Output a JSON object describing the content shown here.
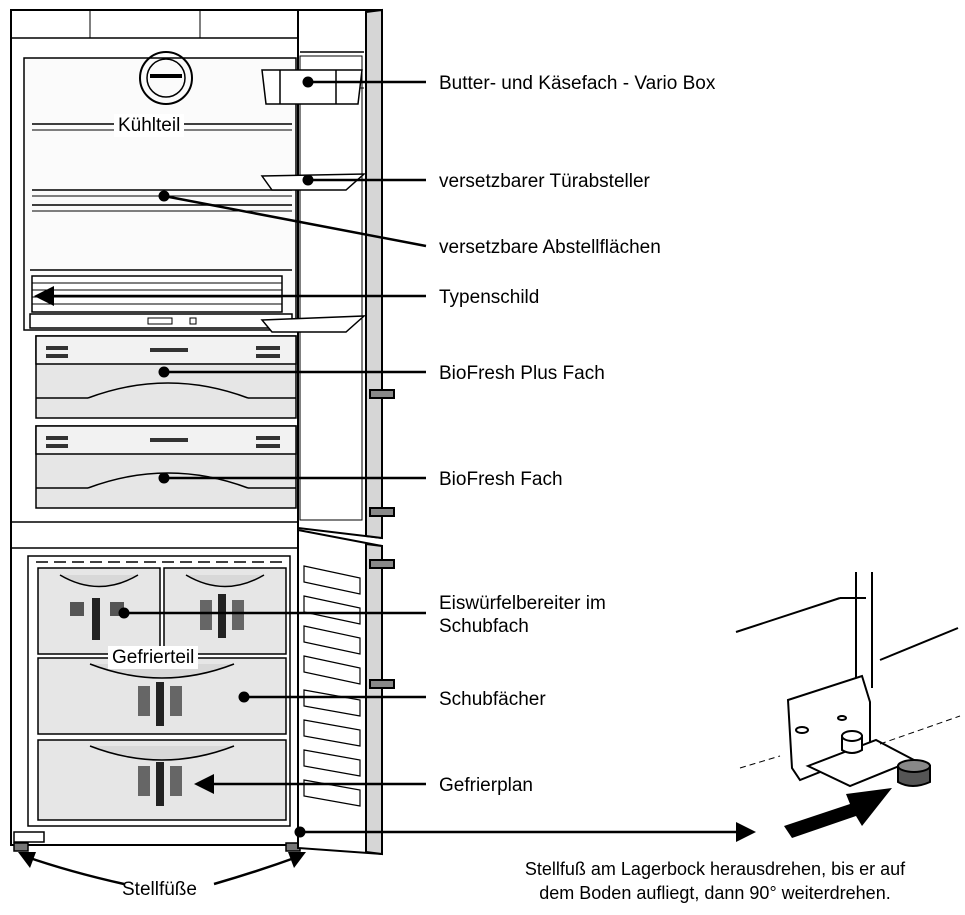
{
  "sections": {
    "fridge": "Kühlteil",
    "freezer": "Gefrierteil"
  },
  "callouts": [
    {
      "text": "Butter- und Käsefach - Vario Box"
    },
    {
      "text": "versetzbarer Türabsteller"
    },
    {
      "text": "versetzbare Abstellflächen"
    },
    {
      "text": "Typenschild"
    },
    {
      "text": "BioFresh Plus Fach"
    },
    {
      "text": "BioFresh Fach"
    },
    {
      "text": "Eiswürfelbereiter im Schubfach"
    },
    {
      "text": "Schubfächer"
    },
    {
      "text": "Gefrierplan"
    }
  ],
  "feet": {
    "label": "Stellfüße"
  },
  "instruction": {
    "line1": "Stellfuß am Lagerbock herausdrehen, bis er auf",
    "line2": "dem Boden aufliegt, dann 90° weiterdrehen."
  }
}
